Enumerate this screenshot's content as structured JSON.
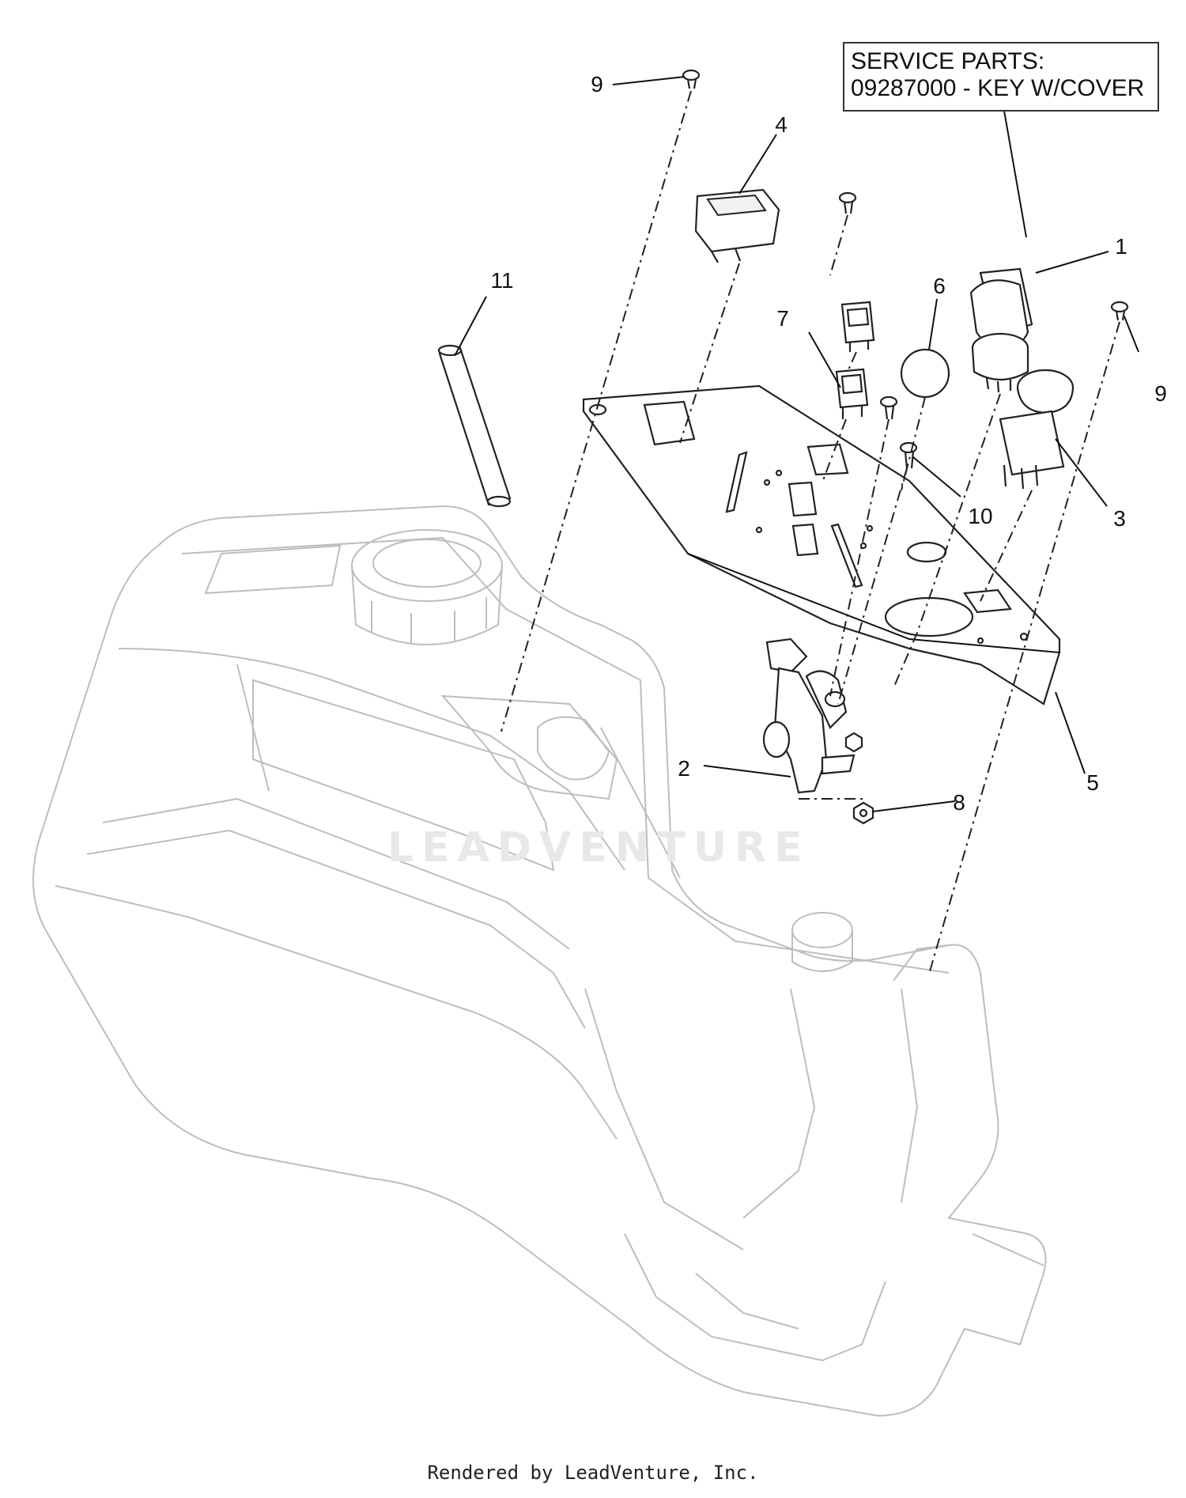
{
  "service_parts": {
    "line1": "SERVICE PARTS:",
    "line2": "09287000 - KEY W/COVER"
  },
  "callouts": [
    {
      "id": "9a",
      "label": "9"
    },
    {
      "id": "4",
      "label": "4"
    },
    {
      "id": "1",
      "label": "1"
    },
    {
      "id": "11",
      "label": "11"
    },
    {
      "id": "6",
      "label": "6"
    },
    {
      "id": "7",
      "label": "7"
    },
    {
      "id": "9b",
      "label": "9"
    },
    {
      "id": "10",
      "label": "10"
    },
    {
      "id": "3",
      "label": "3"
    },
    {
      "id": "2",
      "label": "2"
    },
    {
      "id": "8",
      "label": "8"
    },
    {
      "id": "5",
      "label": "5"
    }
  ],
  "watermark": "LEADVENTURE",
  "footer": "Rendered by LeadVenture, Inc.",
  "colors": {
    "outline": "#222222",
    "tank": "#bdbdbd",
    "watermark": "#e8e8e8"
  }
}
